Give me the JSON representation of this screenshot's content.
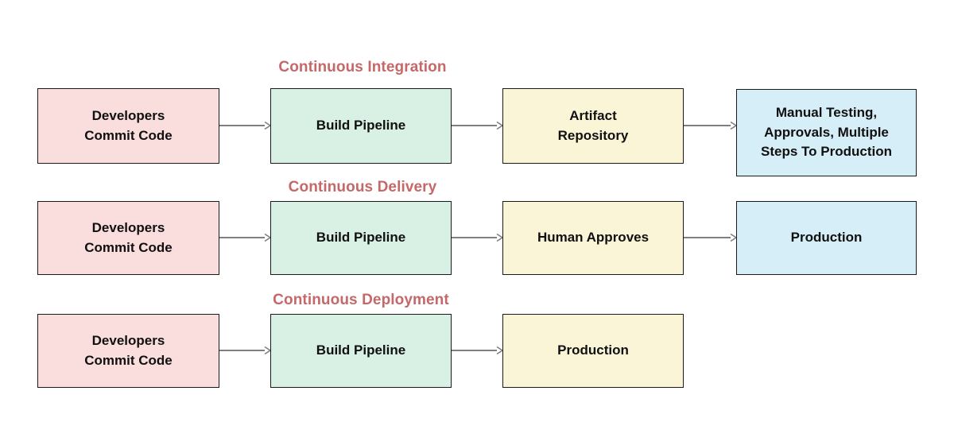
{
  "diagram": {
    "title_color": "#c4686a",
    "arrow_color": "#7f7f7f",
    "border_color": "#1a1a1a",
    "background": "#ffffff",
    "rows": [
      {
        "title": "Continuous Integration",
        "nodes": [
          {
            "name": "developers-commit-code",
            "lines": [
              "Developers",
              "Commit Code"
            ],
            "color": "#fadddd"
          },
          {
            "name": "build-pipeline",
            "lines": [
              "Build Pipeline"
            ],
            "color": "#d9f0e5"
          },
          {
            "name": "artifact-repository",
            "lines": [
              "Artifact",
              "Repository"
            ],
            "color": "#faf5d7"
          },
          {
            "name": "manual-testing-approvals",
            "lines": [
              "Manual Testing,",
              "Approvals, Multiple",
              "Steps To Production"
            ],
            "color": "#d6eef8"
          }
        ]
      },
      {
        "title": "Continuous Delivery",
        "nodes": [
          {
            "name": "developers-commit-code",
            "lines": [
              "Developers",
              "Commit Code"
            ],
            "color": "#fadddd"
          },
          {
            "name": "build-pipeline",
            "lines": [
              "Build Pipeline"
            ],
            "color": "#d9f0e5"
          },
          {
            "name": "human-approves",
            "lines": [
              "Human Approves"
            ],
            "color": "#faf5d7"
          },
          {
            "name": "production",
            "lines": [
              "Production"
            ],
            "color": "#d6eef8"
          }
        ]
      },
      {
        "title": "Continuous Deployment",
        "nodes": [
          {
            "name": "developers-commit-code",
            "lines": [
              "Developers",
              "Commit Code"
            ],
            "color": "#fadddd"
          },
          {
            "name": "build-pipeline",
            "lines": [
              "Build Pipeline"
            ],
            "color": "#d9f0e5"
          },
          {
            "name": "production",
            "lines": [
              "Production"
            ],
            "color": "#faf5d7"
          }
        ]
      }
    ]
  },
  "rows": {
    "r0": {
      "title": "Continuous Integration",
      "n0": {
        "l0": "Developers",
        "l1": "Commit Code"
      },
      "n1": {
        "l0": "Build Pipeline"
      },
      "n2": {
        "l0": "Artifact",
        "l1": "Repository"
      },
      "n3": {
        "l0": "Manual Testing,",
        "l1": "Approvals, Multiple",
        "l2": "Steps To Production"
      }
    },
    "r1": {
      "title": "Continuous Delivery",
      "n0": {
        "l0": "Developers",
        "l1": "Commit Code"
      },
      "n1": {
        "l0": "Build Pipeline"
      },
      "n2": {
        "l0": "Human Approves"
      },
      "n3": {
        "l0": "Production"
      }
    },
    "r2": {
      "title": "Continuous Deployment",
      "n0": {
        "l0": "Developers",
        "l1": "Commit Code"
      },
      "n1": {
        "l0": "Build Pipeline"
      },
      "n2": {
        "l0": "Production"
      }
    }
  }
}
